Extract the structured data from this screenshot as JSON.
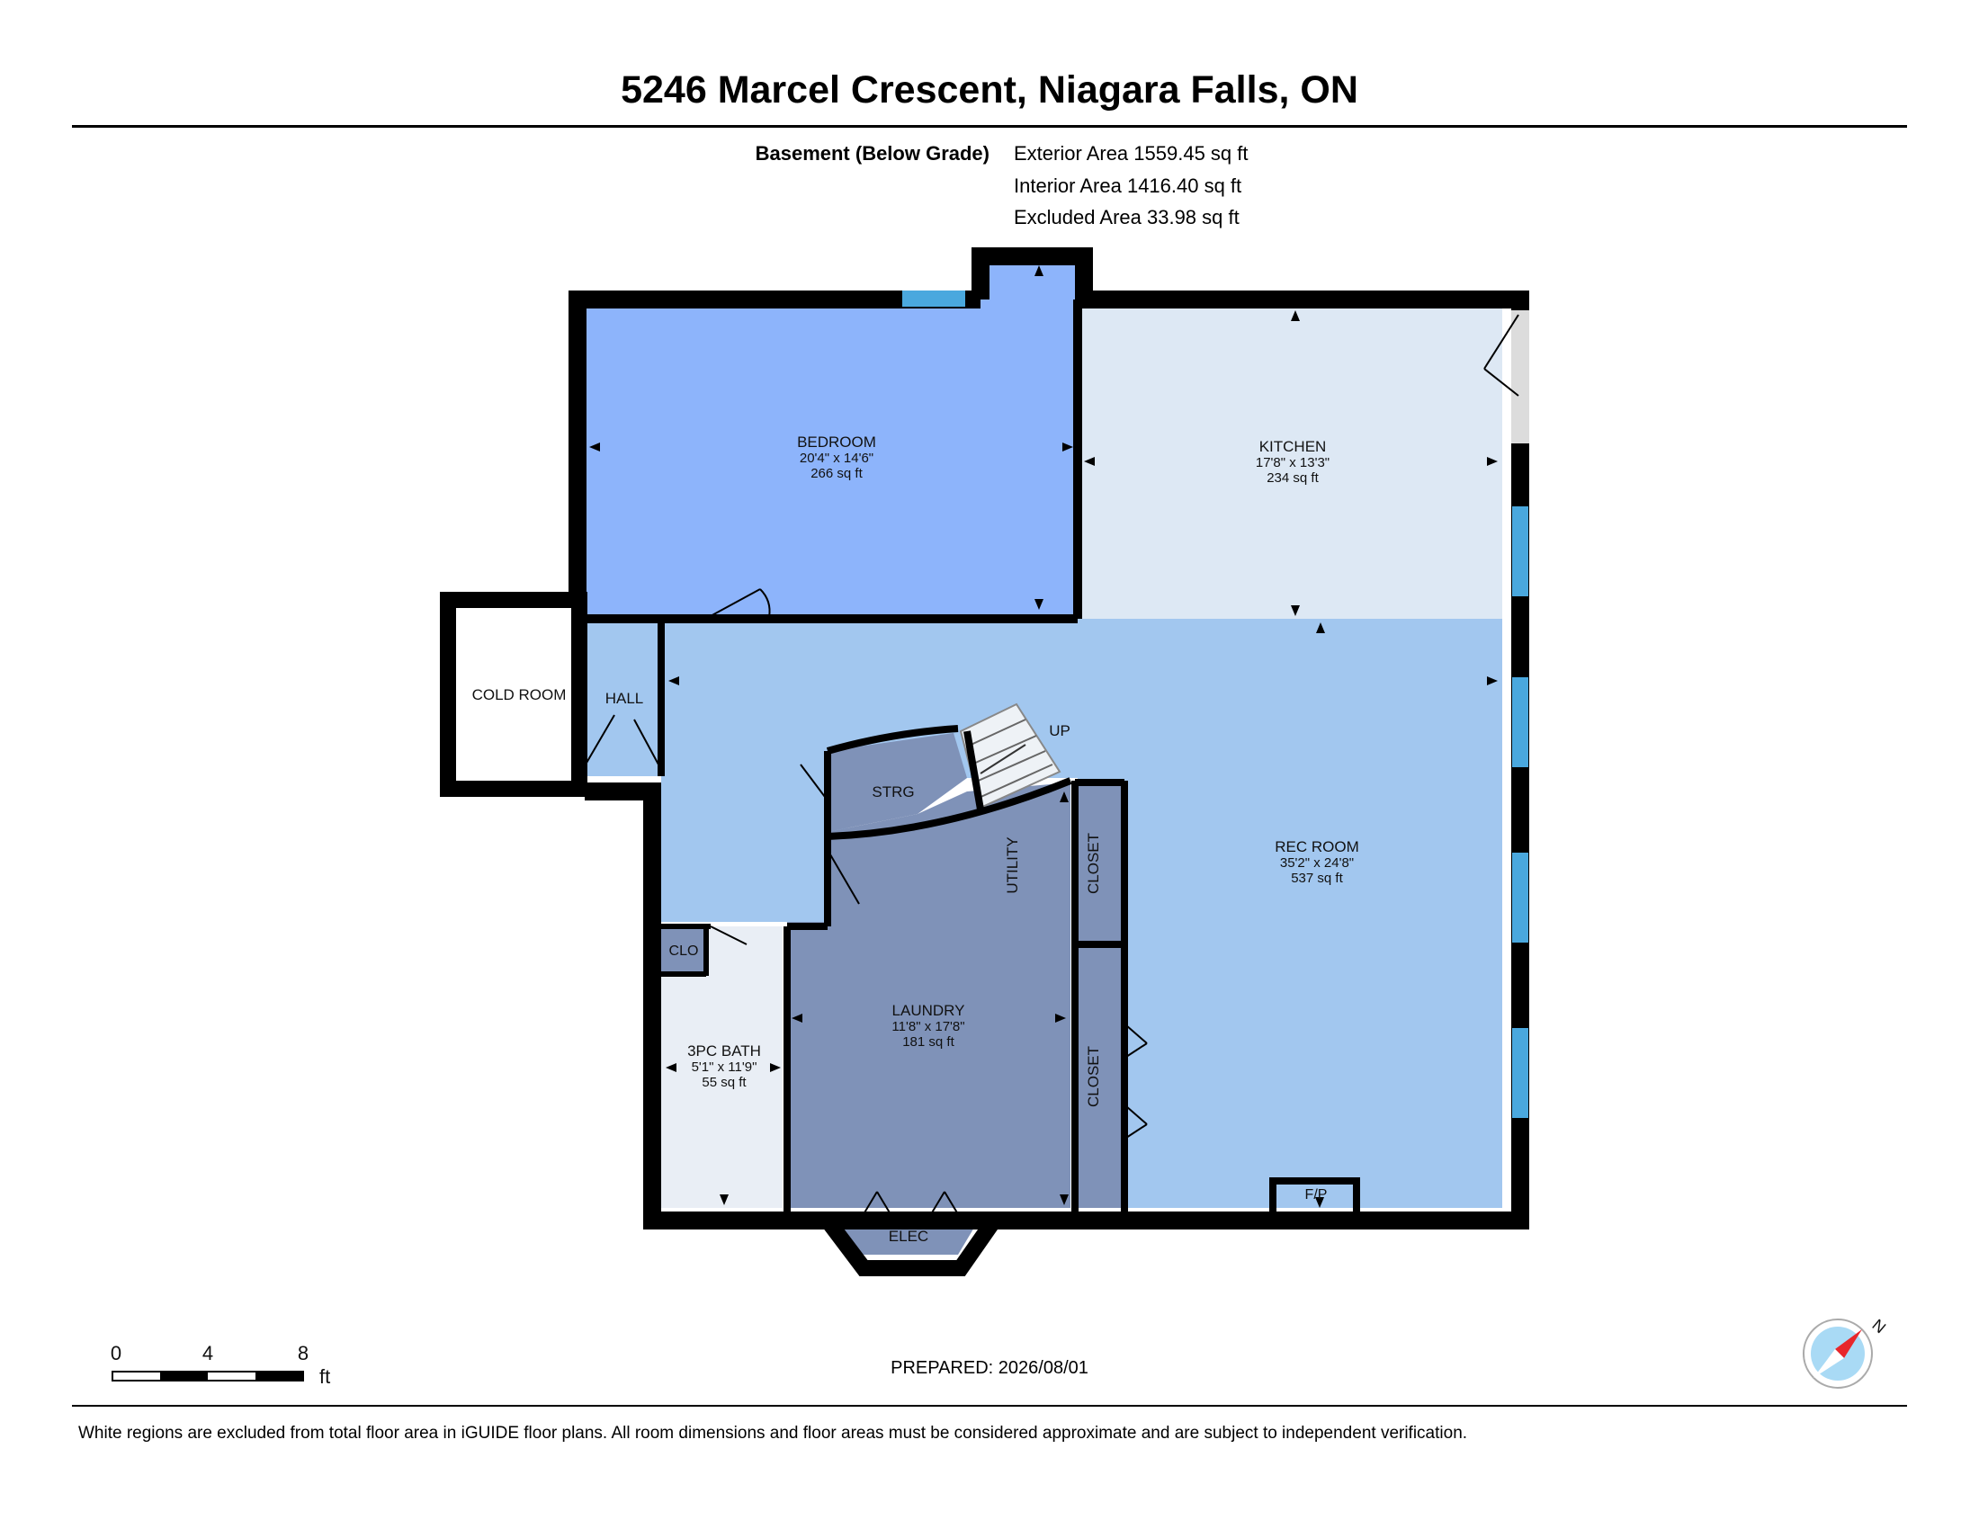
{
  "title": "5246 Marcel Crescent, Niagara Falls, ON",
  "floor": {
    "label": "Basement (Below Grade)",
    "exterior_area": "Exterior Area 1559.45 sq ft",
    "interior_area": "Interior Area 1416.40 sq ft",
    "excluded_area": "Excluded Area 33.98 sq ft"
  },
  "rooms": {
    "bedroom": {
      "name": "BEDROOM",
      "dims": "20'4\" x 14'6\"",
      "area": "266 sq ft"
    },
    "kitchen": {
      "name": "KITCHEN",
      "dims": "17'8\" x 13'3\"",
      "area": "234 sq ft"
    },
    "rec_room": {
      "name": "REC ROOM",
      "dims": "35'2\" x 24'8\"",
      "area": "537 sq ft"
    },
    "laundry": {
      "name": "LAUNDRY",
      "dims": "11'8\" x 17'8\"",
      "area": "181 sq ft"
    },
    "bath": {
      "name": "3PC BATH",
      "dims": "5'1\" x 11'9\"",
      "area": "55 sq ft"
    },
    "cold_room": "COLD ROOM",
    "hall": "HALL",
    "strg": "STRG",
    "up": "UP",
    "utility": "UTILITY",
    "closet_1": "CLOSET",
    "closet_2": "CLOSET",
    "clo": "CLO",
    "elec": "ELEC",
    "fp": "F/P"
  },
  "scale": {
    "ticks": [
      "0",
      "4",
      "8"
    ],
    "unit": "ft"
  },
  "compass": {
    "label": "N",
    "icon": "compass-icon"
  },
  "prepared": "PREPARED: 2026/08/01",
  "disclaimer": "White regions are excluded from total floor area in iGUIDE floor plans. All room dimensions and floor areas must be considered approximate and are subject to independent verification.",
  "colors": {
    "bedroom": "#8db4fb",
    "kitchen": "#dde8f4",
    "rec_room": "#a2c7ef",
    "laundry": "#7f92b8",
    "bath": "#e9eef5",
    "wall": "#000000",
    "window": "#4aa8de"
  }
}
